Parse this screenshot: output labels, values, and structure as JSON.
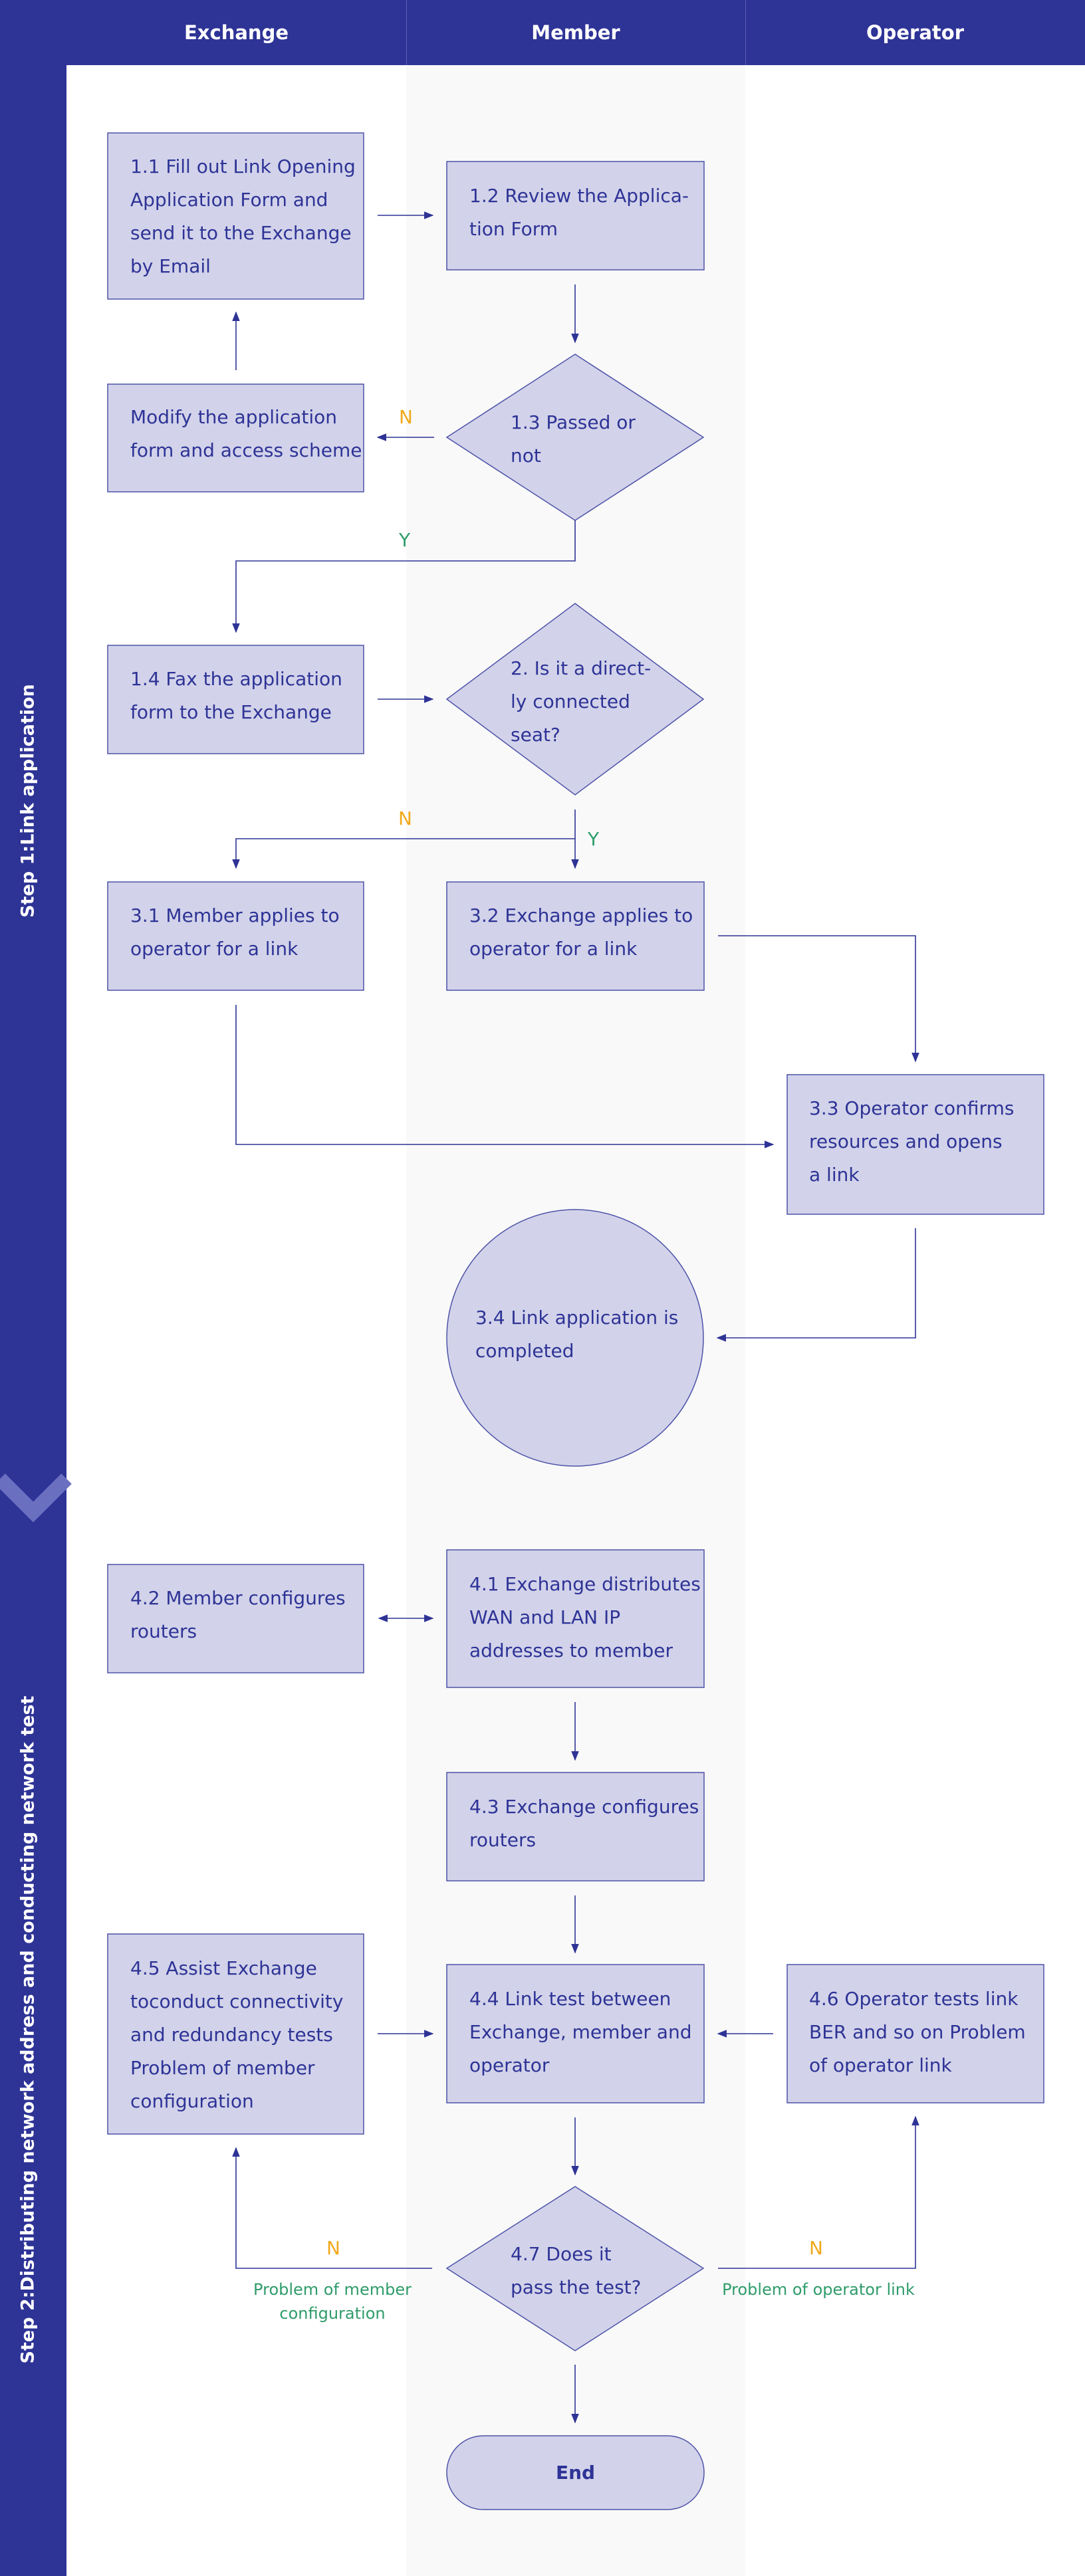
{
  "lanes": {
    "exchange": "Exchange",
    "member": "Member",
    "operator": "Operator"
  },
  "steps": {
    "step1": "Step 1:Link application",
    "step2": "Step 2:Distributing network address and conducting network test"
  },
  "nodes": {
    "n1_1": [
      "1.1 Fill out Link Opening",
      "Application Form and",
      "send it to the Exchange",
      "by Email"
    ],
    "n1_2": [
      "1.2 Review the Applica-",
      "tion Form"
    ],
    "n_modify": [
      "Modify the application",
      "form and access scheme"
    ],
    "n1_3": [
      "1.3 Passed or",
      "not"
    ],
    "n1_4": [
      "1.4 Fax the application",
      "form to the Exchange"
    ],
    "n2": [
      "2. Is it a direct-",
      "ly connected",
      "seat?"
    ],
    "n3_1": [
      "3.1 Member applies to",
      "operator for a link"
    ],
    "n3_2": [
      "3.2 Exchange applies to",
      "operator for a link"
    ],
    "n3_3": [
      "3.3 Operator confirms",
      "resources and opens",
      "a link"
    ],
    "n3_4": [
      "3.4 Link application is",
      "completed"
    ],
    "n4_2": [
      "4.2 Member configures",
      "routers"
    ],
    "n4_1": [
      "4.1 Exchange distributes",
      "WAN and LAN IP",
      "addresses to member"
    ],
    "n4_3": [
      "4.3 Exchange configures",
      "routers"
    ],
    "n4_5": [
      "4.5 Assist Exchange",
      "toconduct connectivity",
      "and redundancy tests",
      "Problem of member",
      "configuration"
    ],
    "n4_4": [
      "4.4 Link test between",
      "Exchange, member and",
      "operator"
    ],
    "n4_6": [
      "4.6 Operator tests link",
      "BER and so on Problem",
      "of operator link"
    ],
    "n4_7": [
      "4.7 Does it",
      "pass the test?"
    ],
    "end": "End"
  },
  "edge_labels": {
    "n_modify": "N",
    "y_1_3": "Y",
    "n_2": "N",
    "y_2": "Y",
    "n_left": "N",
    "n_right": "N"
  },
  "notes": {
    "member_problem": [
      "Problem of member",
      "configuration"
    ],
    "operator_problem": "Problem of operator link"
  },
  "colors": {
    "band": "#2e3396",
    "node_fill": "#d2d3ea",
    "node_stroke": "#4e53a8",
    "text": "#2e3396",
    "yes": "#2f9c6a",
    "no": "#f0a91c",
    "member_lane": "#f9f9f9"
  }
}
